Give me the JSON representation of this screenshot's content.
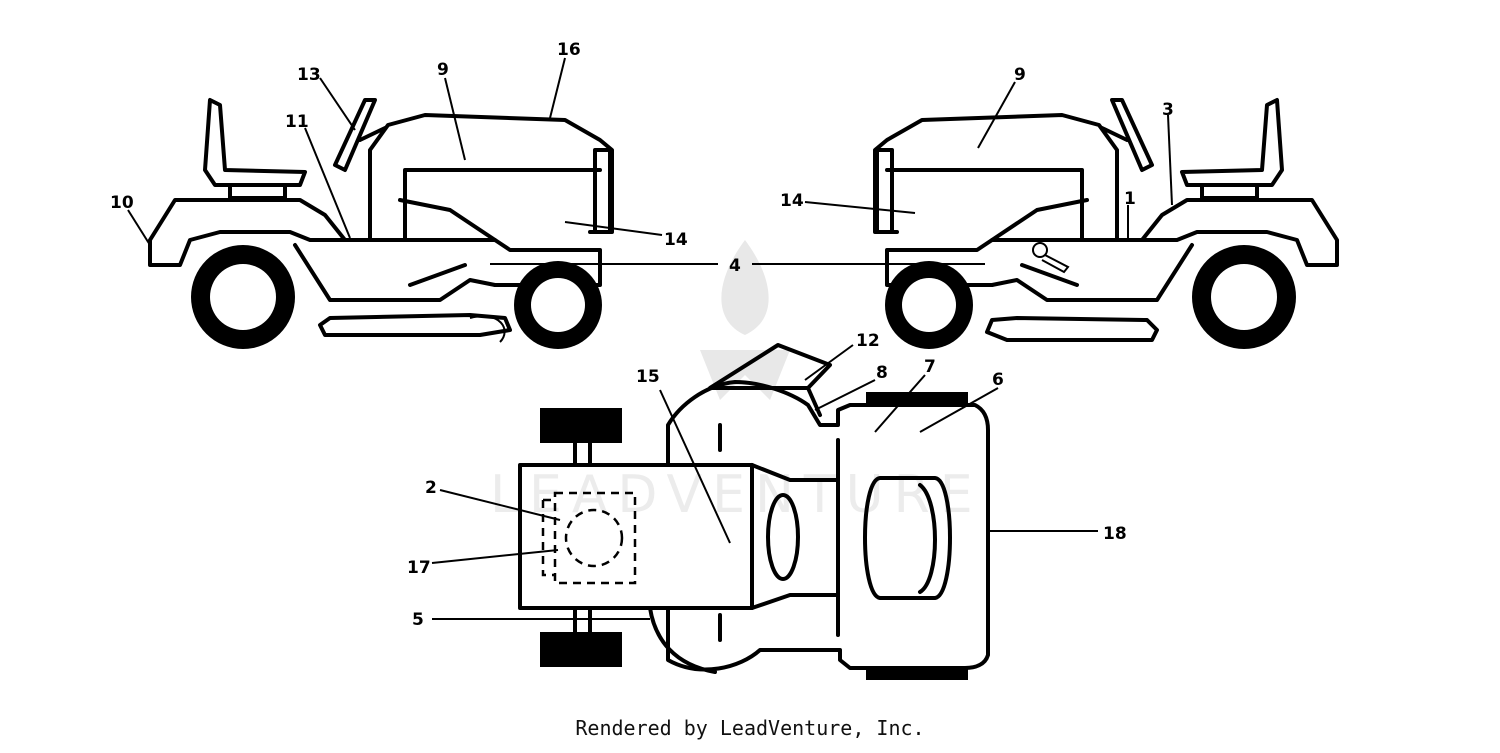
{
  "diagram": {
    "callouts": {
      "c1": "1",
      "c2": "2",
      "c3": "3",
      "c4": "4",
      "c5": "5",
      "c6": "6",
      "c7": "7",
      "c8": "8",
      "c9a": "9",
      "c9b": "9",
      "c10": "10",
      "c11": "11",
      "c12": "12",
      "c13": "13",
      "c14a": "14",
      "c14b": "14",
      "c15": "15",
      "c16": "16",
      "c17": "17",
      "c18": "18"
    }
  },
  "watermark": {
    "text": "LEADVENTURE"
  },
  "footer": {
    "text": "Rendered by LeadVenture, Inc."
  }
}
